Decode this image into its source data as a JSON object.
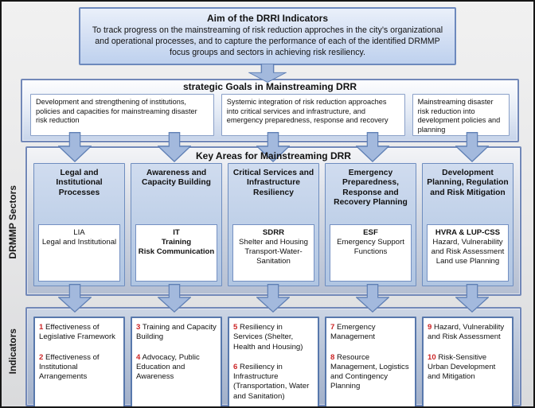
{
  "aim": {
    "title": "Aim of the DRRI Indicators",
    "body": "To track progress on the mainstreaming of risk reduction approches in the city’s organizational and operational processes, and to capture the performance of each of the identified DRMMP focus groups and sectors in achieving risk resiliency."
  },
  "strategic": {
    "title": "strategic Goals in Mainstreaming DRR",
    "goals": [
      "Development and strengthening of institutions, policies and capacities for mainstreaming disaster risk reduction",
      "Systemic integration of risk reduction approaches into critical services and infrastructure, and emergency preparedness, response and recovery",
      "Mainstreaming disaster risk reduction into development policies and planning"
    ]
  },
  "key_areas": {
    "title": "Key Areas for Mainstreaming DRR",
    "columns": [
      {
        "header": "Legal and Institutional Processes",
        "lines": [
          "LIA",
          "Legal and Institutional"
        ]
      },
      {
        "header": "Awareness and Capacity Building",
        "lines": [
          "IT",
          "Training",
          "Risk Communication"
        ]
      },
      {
        "header": "Critical Services and Infrastructure Resiliency",
        "lines": [
          "SDRR",
          "Shelter and Housing Transport-Water-Sanitation"
        ]
      },
      {
        "header": "Emergency Preparedness, Response and Recovery Planning",
        "lines": [
          "ESF",
          "Emergency Support Functions"
        ]
      },
      {
        "header": "Development Planning, Regulation and Risk Mitigation",
        "lines": [
          "HVRA & LUP-CSS",
          "Hazard, Vulnerability and Risk Assessment Land use Planning"
        ]
      }
    ]
  },
  "side_labels": {
    "sectors": "DRMMP Sectors",
    "indicators": "Indicators"
  },
  "indicators": {
    "columns": [
      {
        "items": [
          {
            "num": "1",
            "text": "Effectiveness of Legislative Framework"
          },
          {
            "num": "2",
            "text": "Effectiveness of Institutional Arrangements"
          }
        ]
      },
      {
        "items": [
          {
            "num": "3",
            "text": "Training and Capacity Building"
          },
          {
            "num": "4",
            "text": "Advocacy, Public Education and Awareness"
          }
        ]
      },
      {
        "items": [
          {
            "num": "5",
            "text": "Resiliency in Services (Shelter, Health and Housing)"
          },
          {
            "num": "6",
            "text": "Resiliency in Infrastructure (Transportation, Water and Sanitation)"
          }
        ]
      },
      {
        "items": [
          {
            "num": "7",
            "text": "Emergency Management"
          },
          {
            "num": "8",
            "text": "Resource Management, Logistics and Contingency Planning"
          }
        ]
      },
      {
        "items": [
          {
            "num": "9",
            "text": "Hazard, Vulnerability and Risk Assessment"
          },
          {
            "num": "10",
            "text": "Risk-Sensitive Urban Development and Mitigation"
          }
        ]
      }
    ]
  },
  "colors": {
    "accent_border": "#6d89bd",
    "arrow_fill": "#a3b9dd",
    "arrow_stroke": "#6080b5",
    "number_red": "#cc2526"
  }
}
